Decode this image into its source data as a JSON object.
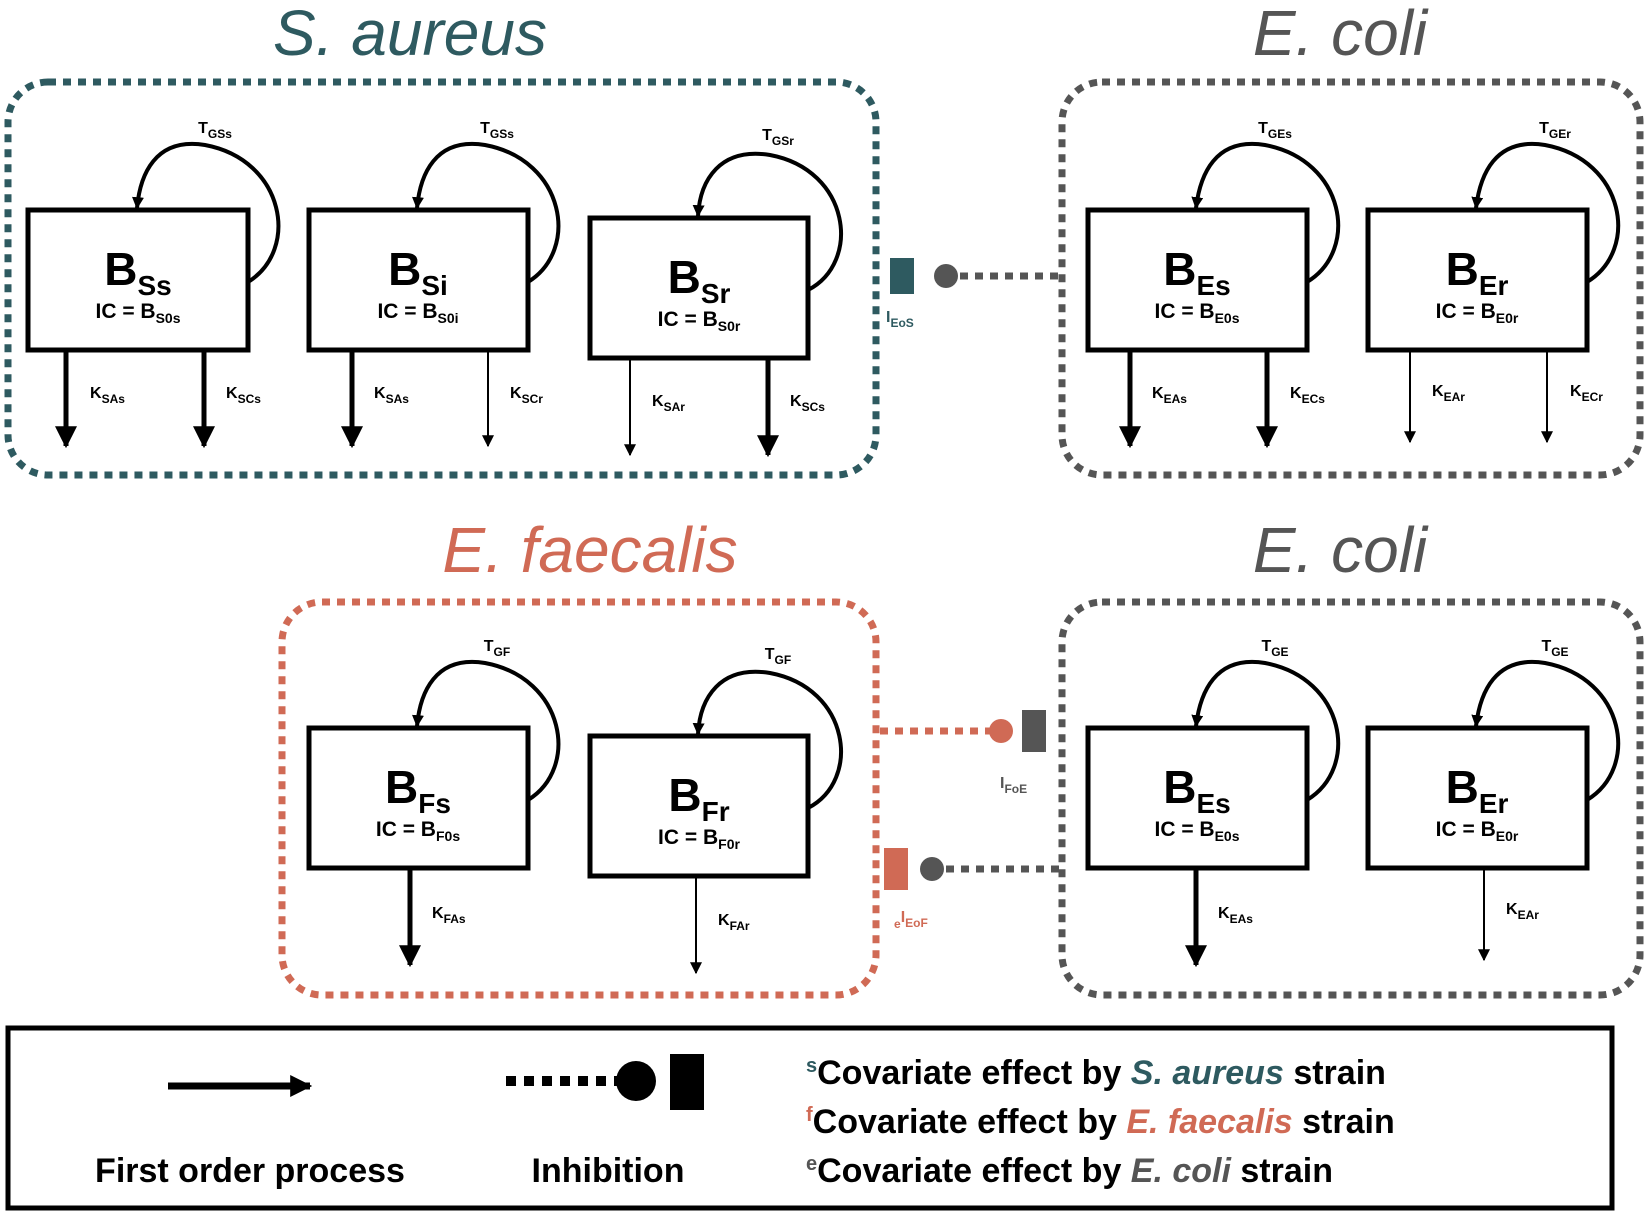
{
  "colors": {
    "aureus": "#2e5a60",
    "faecalis": "#d06a55",
    "coli": "#555555",
    "black": "#000000"
  },
  "groups": {
    "aureus": {
      "title": "S. aureus"
    },
    "coli_top": {
      "title": "E. coli"
    },
    "faecalis": {
      "title": "E. faecalis"
    },
    "coli_bottom": {
      "title": "E. coli"
    }
  },
  "boxes": {
    "Ss": {
      "main": "B",
      "sub": "Ss",
      "ic_prefix": "IC = B",
      "ic_sub": "S0s",
      "loop": "T",
      "loop_sub": "GSs"
    },
    "Si": {
      "main": "B",
      "sub": "Si",
      "ic_prefix": "IC = B",
      "ic_sub": "S0i",
      "loop": "T",
      "loop_sub": "GSs"
    },
    "Sr": {
      "main": "B",
      "sub": "Sr",
      "ic_prefix": "IC = B",
      "ic_sub": "S0r",
      "loop": "T",
      "loop_sub": "GSr"
    },
    "Es1": {
      "main": "B",
      "sub": "Es",
      "ic_prefix": "IC = B",
      "ic_sub": "E0s",
      "loop": "T",
      "loop_sub": "GEs"
    },
    "Er1": {
      "main": "B",
      "sub": "Er",
      "ic_prefix": "IC = B",
      "ic_sub": "E0r",
      "loop": "T",
      "loop_sub": "GEr"
    },
    "Fs": {
      "main": "B",
      "sub": "Fs",
      "ic_prefix": "IC = B",
      "ic_sub": "F0s",
      "loop": "T",
      "loop_sub": "GF"
    },
    "Fr": {
      "main": "B",
      "sub": "Fr",
      "ic_prefix": "IC = B",
      "ic_sub": "F0r",
      "loop": "T",
      "loop_sub": "GF"
    },
    "Es2": {
      "main": "B",
      "sub": "Es",
      "ic_prefix": "IC = B",
      "ic_sub": "E0s",
      "loop": "T",
      "loop_sub": "GE"
    },
    "Er2": {
      "main": "B",
      "sub": "Er",
      "ic_prefix": "IC = B",
      "ic_sub": "E0r",
      "loop": "T",
      "loop_sub": "GE"
    }
  },
  "rates": {
    "Ss_a": {
      "main": "K",
      "sub": "SAs"
    },
    "Ss_c": {
      "main": "K",
      "sub": "SCs"
    },
    "Si_a": {
      "main": "K",
      "sub": "SAs"
    },
    "Si_c": {
      "main": "K",
      "sub": "SCr"
    },
    "Sr_a": {
      "main": "K",
      "sub": "SAr"
    },
    "Sr_c": {
      "main": "K",
      "sub": "SCs"
    },
    "Es1_a": {
      "main": "K",
      "sub": "EAs"
    },
    "Es1_c": {
      "main": "K",
      "sub": "ECs"
    },
    "Er1_a": {
      "main": "K",
      "sub": "EAr"
    },
    "Er1_c": {
      "main": "K",
      "sub": "ECr"
    },
    "Fs_a": {
      "main": "K",
      "sub": "FAs"
    },
    "Fr_a": {
      "main": "K",
      "sub": "FAr"
    },
    "Es2_a": {
      "main": "K",
      "sub": "EAs"
    },
    "Er2_a": {
      "main": "K",
      "sub": "EAr"
    }
  },
  "inhibitions": {
    "EoS": {
      "main": "I",
      "sub": "EoS"
    },
    "FoE": {
      "main": "I",
      "sub": "FoE"
    },
    "EoF": {
      "prefix": "e",
      "main": "I",
      "sub": "EoF"
    }
  },
  "legend": {
    "first_order": "First order process",
    "inhibition": "Inhibition",
    "cov_s": {
      "sup": "s",
      "text": "Covariate effect by ",
      "species": "S. aureus",
      "suffix": " strain"
    },
    "cov_f": {
      "sup": "f",
      "text": "Covariate effect by ",
      "species": "E. faecalis",
      "suffix": " strain"
    },
    "cov_e": {
      "sup": "e",
      "text": "Covariate effect by ",
      "species": "E. coli",
      "suffix": " strain"
    }
  }
}
